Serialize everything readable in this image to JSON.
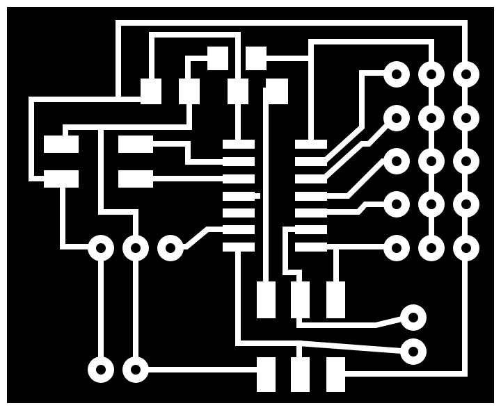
{
  "board": {
    "background_color": "#000000",
    "copper_color": "#ffffff",
    "frame_color": "#ffffff"
  },
  "components": {
    "ic": {
      "name": "SOIC-14 IC",
      "pins_per_side": 7
    },
    "resistor_pads": {
      "count": 4
    },
    "top_smd_pads": {
      "count": 6
    },
    "bottom_pad_row": {
      "count": 3
    },
    "regulator_pads": {
      "count": 3
    },
    "header_right": {
      "rows": 5,
      "cols": 3
    },
    "left_vias": {
      "count": 5
    },
    "right_vias": {
      "count": 2
    }
  }
}
